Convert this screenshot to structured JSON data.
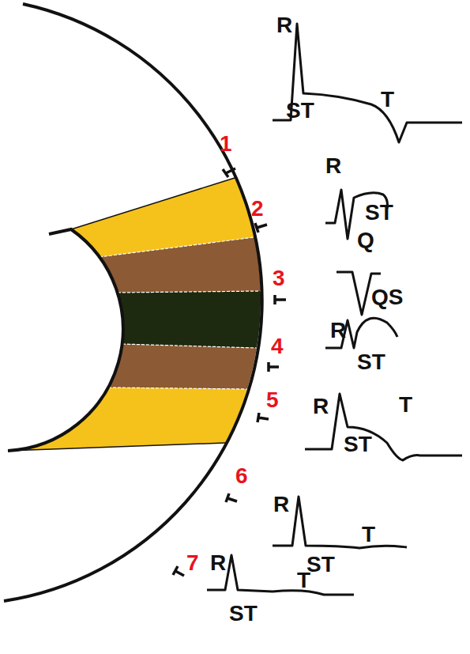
{
  "diagram": {
    "labels": [
      "R",
      "ST",
      "T",
      "1",
      "R",
      "ST",
      "Q",
      "2",
      "3",
      "QS",
      "4",
      "R",
      "ST",
      "5",
      "R",
      "ST",
      "T",
      "6",
      "R",
      "T",
      "ST",
      "7",
      "R",
      "T",
      "ST"
    ]
  }
}
